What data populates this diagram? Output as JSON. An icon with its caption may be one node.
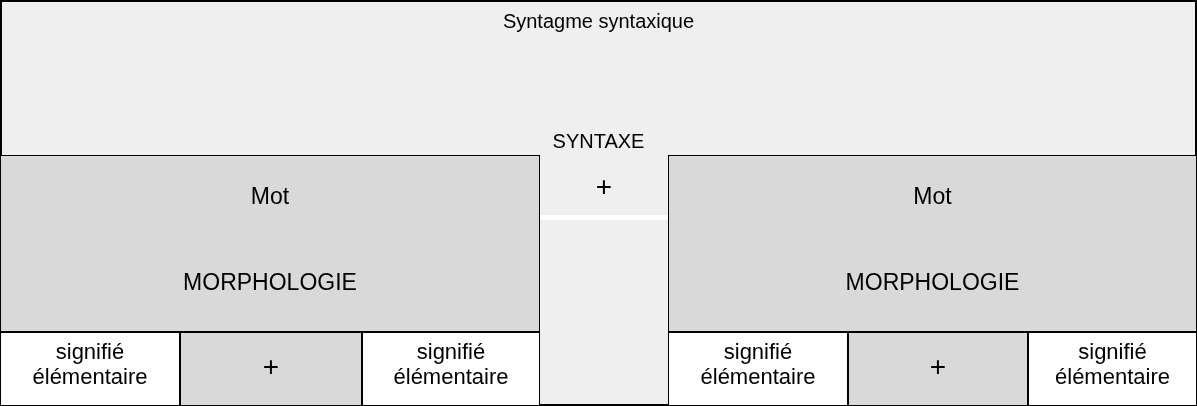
{
  "diagram": {
    "nodes": [
      {
        "text": [
          "Syntagme syntaxique",
          "SYNTAXE"
        ]
      },
      {
        "text": [
          "Mot",
          "MORPHOLOGIE"
        ],
        "in": 0
      },
      {
        "text": [
          "+"
        ],
        "in": 0
      },
      {
        "text": [
          "Mot",
          "MORPHOLOGIE"
        ],
        "in": 0
      },
      {
        "text": [
          "signifié élémentaire"
        ],
        "in": 0
      },
      {
        "text": [
          "+"
        ],
        "in": 0
      },
      {
        "text": [
          "signifié élémentaire"
        ],
        "in": 0
      },
      {
        "text": [
          "signifié élémentaire"
        ],
        "in": 0
      },
      {
        "text": [
          "+"
        ],
        "in": 0
      },
      {
        "text": [
          "signifié élémentaire"
        ],
        "in": 0
      }
    ],
    "edges": []
  }
}
